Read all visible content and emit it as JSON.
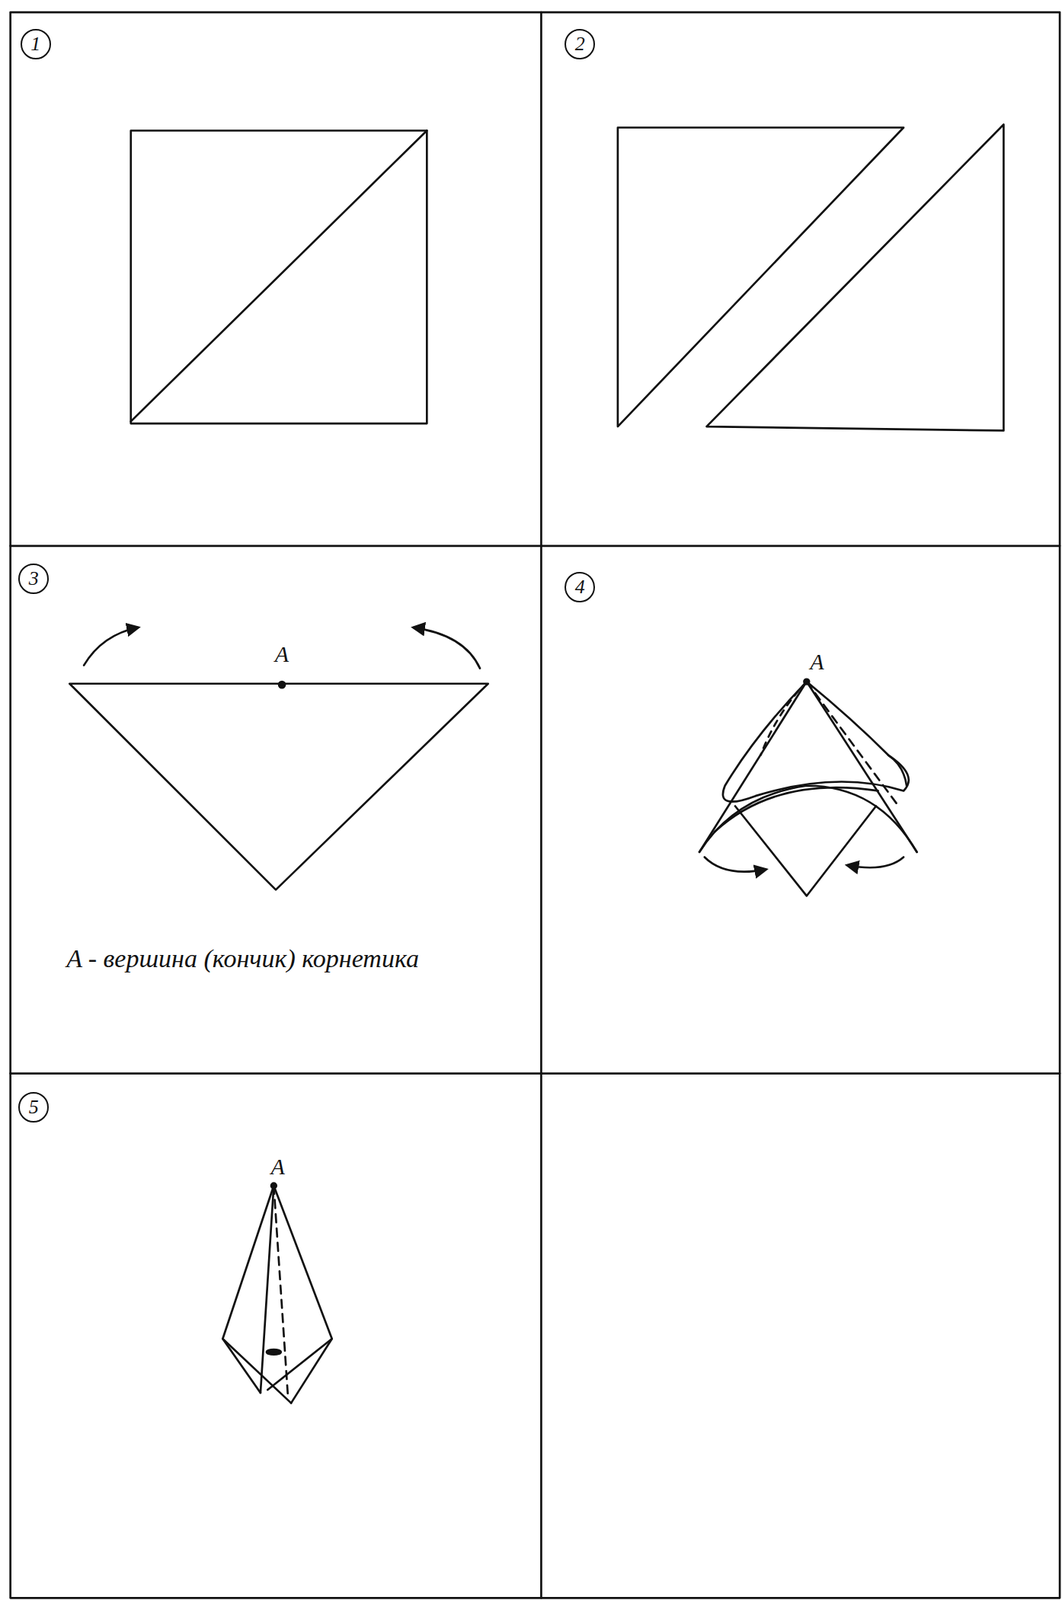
{
  "diagram": {
    "labels": [
      "1",
      "2",
      "3",
      "A",
      "A - вершина (кончик) корнетика",
      "4",
      "A",
      "5",
      "A"
    ]
  }
}
